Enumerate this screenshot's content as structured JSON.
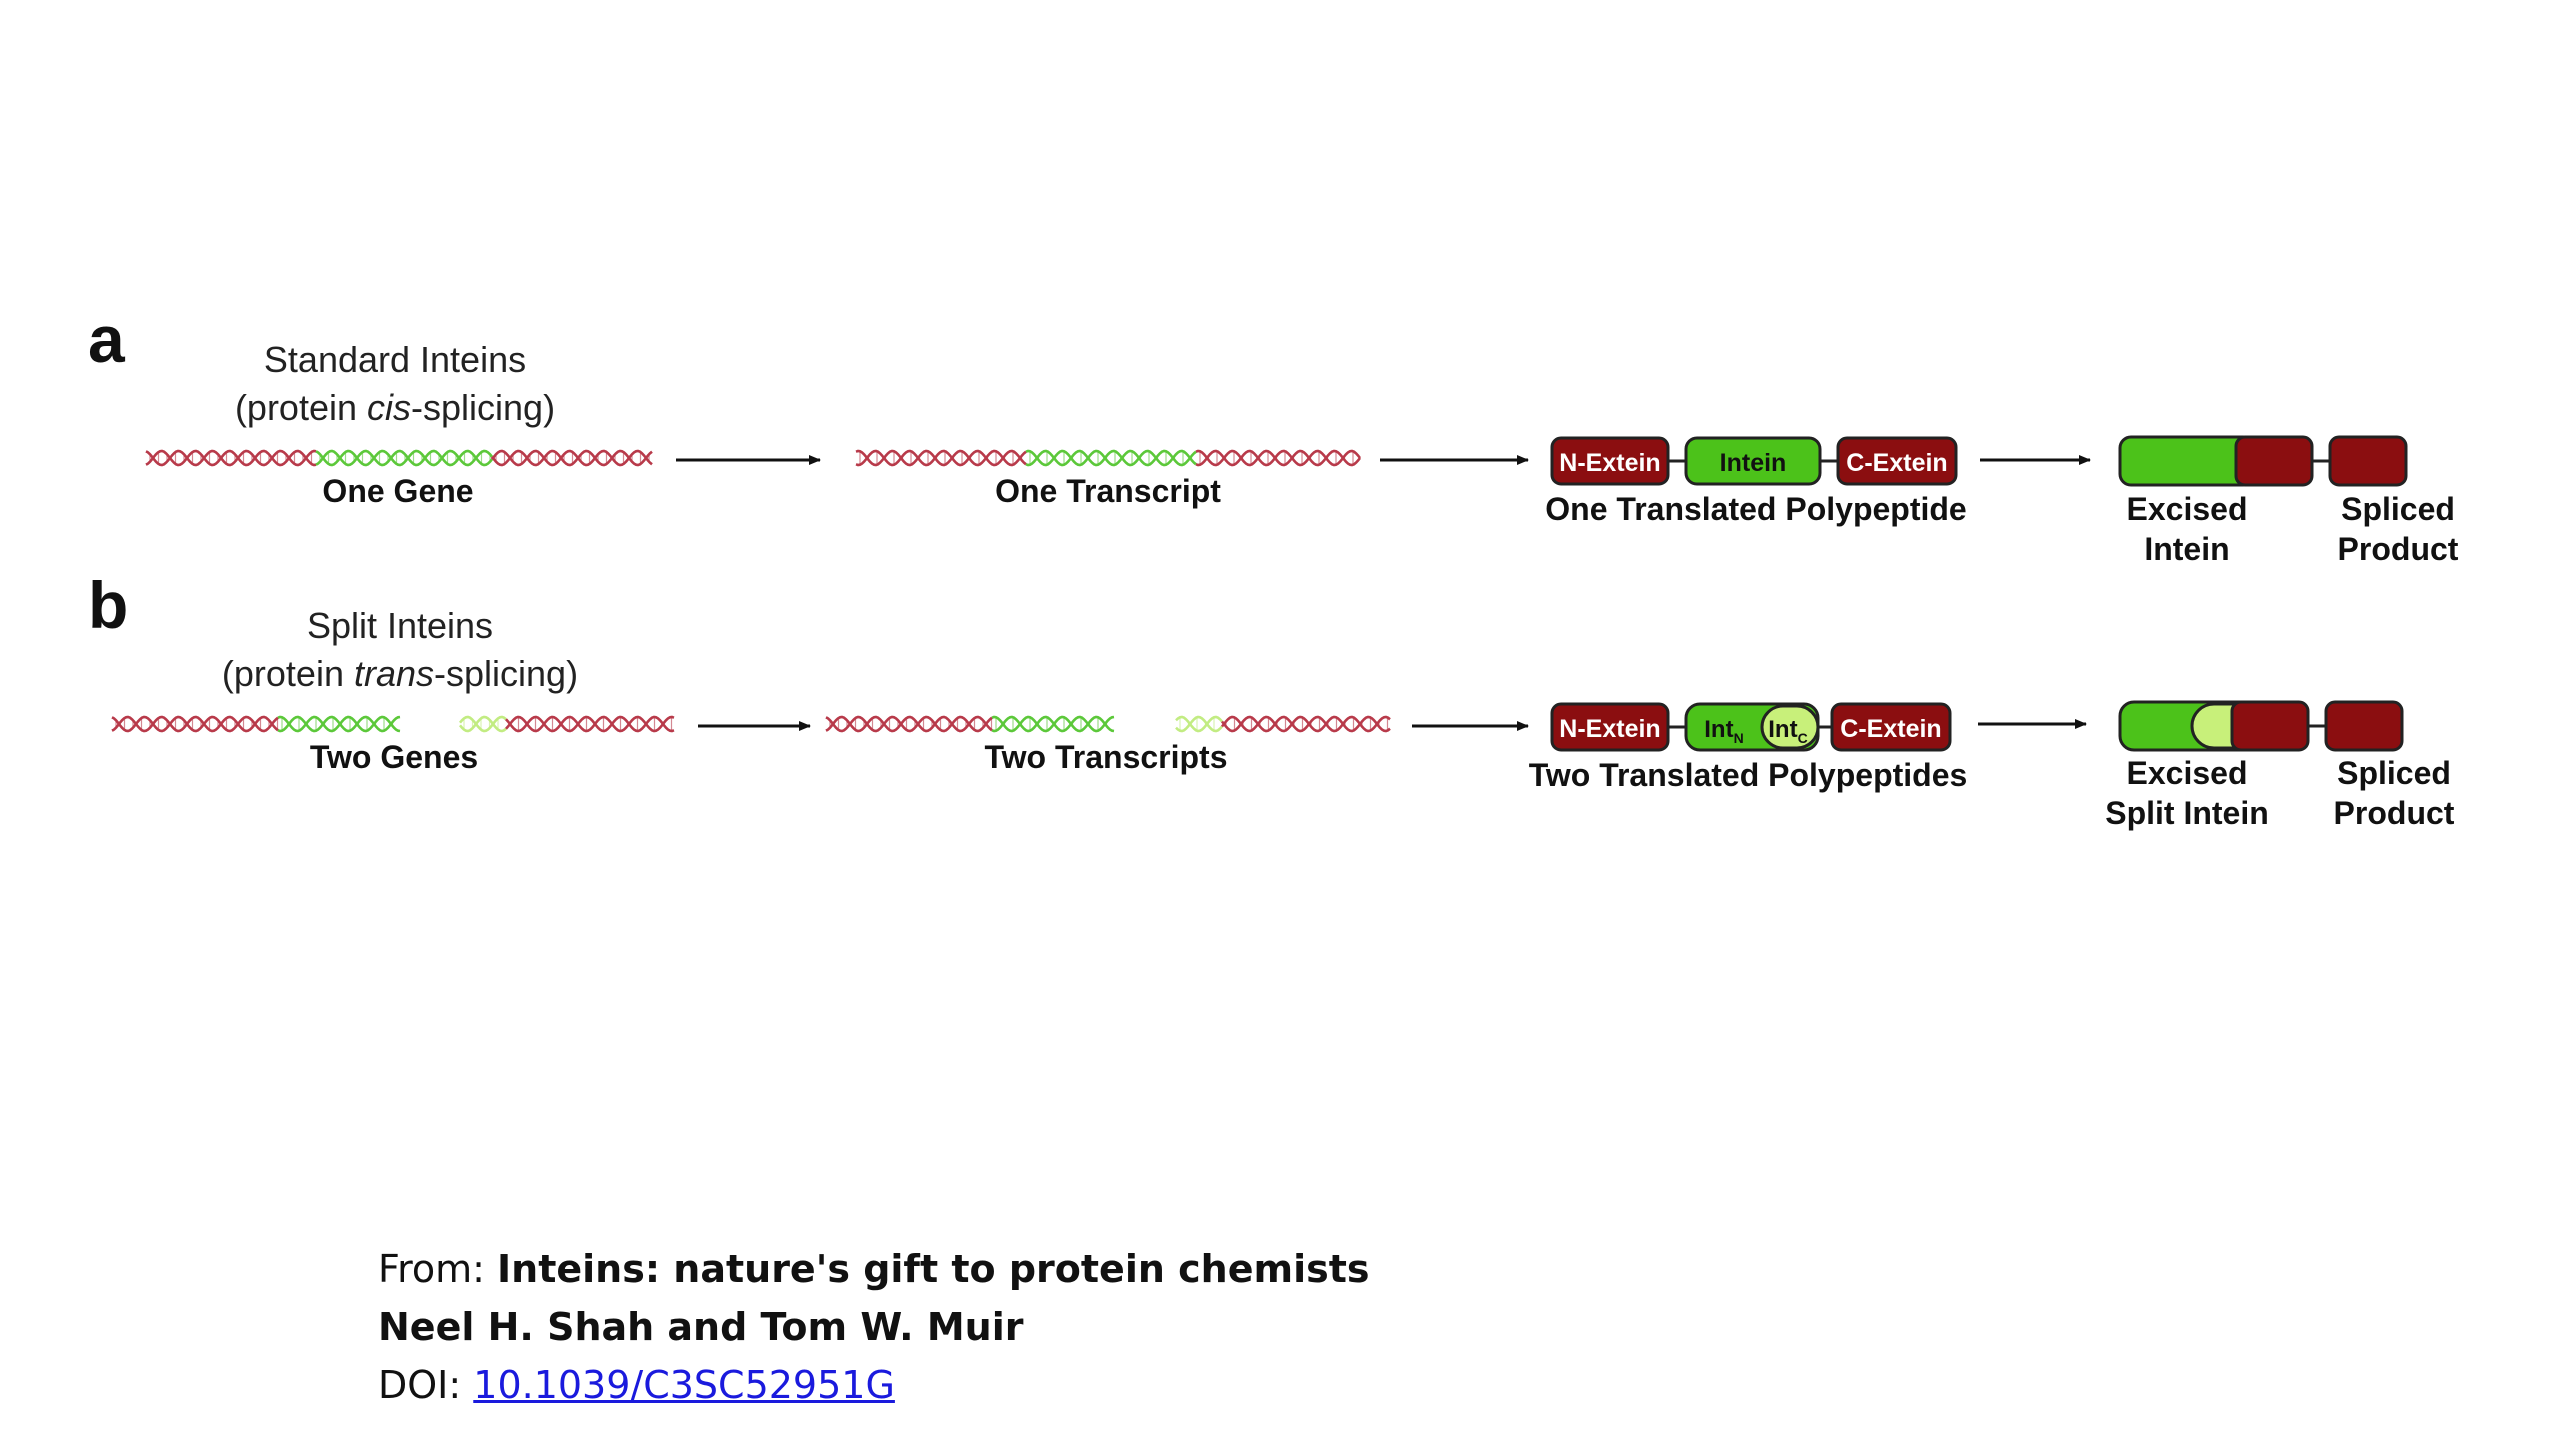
{
  "panel_a": {
    "letter": "a",
    "title_line1": "Standard Inteins",
    "title_line2_pre": "(protein ",
    "title_line2_em": "cis",
    "title_line2_post": "-splicing)",
    "gene_label": "One Gene",
    "transcript_label": "One Transcript",
    "polypeptide_label": "One Translated Polypeptide",
    "n_extein": "N-Extein",
    "intein": "Intein",
    "c_extein": "C-Extein",
    "excised_line1": "Excised",
    "excised_line2": "Intein",
    "spliced_line1": "Spliced",
    "spliced_line2": "Product"
  },
  "panel_b": {
    "letter": "b",
    "title_line1": "Split Inteins",
    "title_line2_pre": "(protein ",
    "title_line2_em": "trans",
    "title_line2_post": "-splicing)",
    "gene_label": "Two Genes",
    "transcript_label": "Two Transcripts",
    "polypeptide_label": "Two Translated Polypeptides",
    "n_extein": "N-Extein",
    "int_n": "Int",
    "int_n_sub": "N",
    "int_c": "Int",
    "int_c_sub": "C",
    "c_extein": "C-Extein",
    "excised_line1": "Excised",
    "excised_line2": "Split Intein",
    "spliced_line1": "Spliced",
    "spliced_line2": "Product"
  },
  "citation": {
    "from_prefix": "From: ",
    "paper_title": "Inteins: nature's gift to protein chemists",
    "authors": "Neel H. Shah and Tom W. Muir",
    "doi_prefix": "DOI: ",
    "doi": "10.1039/C3SC52951G"
  },
  "colors": {
    "extein": "#8b0e10",
    "intein": "#4cc21a",
    "intein_c": "#c8f07a",
    "dna_red": "#b83a4a",
    "dna_green": "#5cc83a",
    "dna_light_green": "#c2ec82"
  }
}
